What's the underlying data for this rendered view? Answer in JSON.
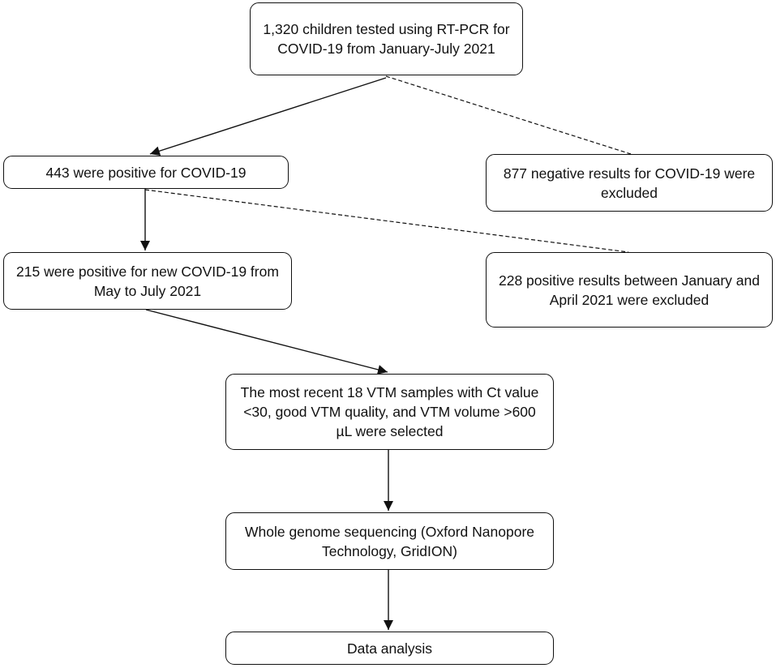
{
  "flowchart": {
    "nodes": {
      "tested": "1,320 children tested using RT-PCR for COVID-19 from January-July 2021",
      "positive": "443 were positive for COVID-19",
      "negative_excluded": "877 negative results for COVID-19 were excluded",
      "new_positive": "215 were positive for new COVID-19 from May to July 2021",
      "early_excluded": "228 positive results between January and April 2021 were excluded",
      "selected": "The most recent 18 VTM samples with Ct value <30, good VTM quality, and VTM volume >600 µL were selected",
      "sequencing": "Whole genome sequencing (Oxford Nanopore Technology, GridION)",
      "analysis": "Data analysis"
    },
    "edges": [
      {
        "from": "tested",
        "to": "positive",
        "style": "solid-arrow"
      },
      {
        "from": "tested",
        "to": "negative_excluded",
        "style": "dashed"
      },
      {
        "from": "positive",
        "to": "new_positive",
        "style": "solid-arrow"
      },
      {
        "from": "positive",
        "to": "early_excluded",
        "style": "dashed"
      },
      {
        "from": "new_positive",
        "to": "selected",
        "style": "solid-arrow"
      },
      {
        "from": "selected",
        "to": "sequencing",
        "style": "solid-arrow"
      },
      {
        "from": "sequencing",
        "to": "analysis",
        "style": "solid-arrow"
      }
    ]
  }
}
